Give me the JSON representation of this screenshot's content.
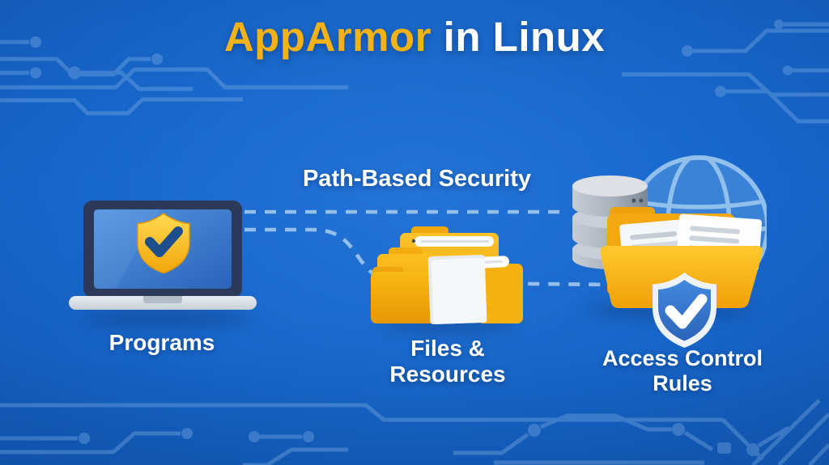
{
  "title": {
    "highlight": "AppArmor",
    "rest": " in Linux"
  },
  "connection": {
    "label": "Path-Based Security",
    "style": "dashed"
  },
  "nodes": [
    {
      "id": "programs",
      "label": "Programs",
      "icon": "laptop-shield-icon"
    },
    {
      "id": "files-resources",
      "label": "Files & Resources",
      "icon": "folder-stack-icon"
    },
    {
      "id": "access-control-rules",
      "label": "Access Control Rules",
      "icon": "database-globe-folder-shield-icon"
    }
  ],
  "decorations": {
    "background_pattern": "circuit-board-traces",
    "connector_lines": [
      "straight-dashed-line",
      "curved-dashed-line"
    ]
  },
  "colors": {
    "background_blue": "#1767CE",
    "title_yellow": "#F5B216",
    "text_white": "#FFFFFF",
    "dash_light_blue": "#A9CDF0",
    "circuit_trace_blue": "#8EBDEC",
    "folder_gold": "#F7AD0D",
    "shield_yellow": "#FFD952",
    "shield_blue": "#3B7FD6",
    "laptop_navy": "#2B3A58",
    "screen_blue": "#3A78CF",
    "database_gray": "#9AA4AF",
    "paper_white": "#F6F7F9",
    "globe_blue": "#3F86D8"
  }
}
